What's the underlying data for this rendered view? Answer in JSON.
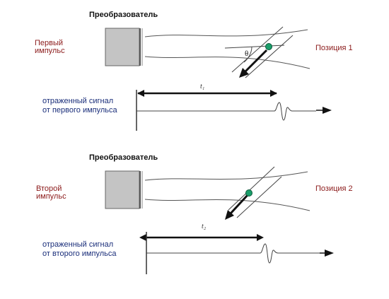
{
  "panels": [
    {
      "transducer_label": "Преобразователь",
      "pulse_label_line1": "Первый",
      "pulse_label_line2": "импульс",
      "position_label": "Позиция 1",
      "angle_label": "θ",
      "signal_label_line1": "отраженный сигнал",
      "signal_label_line2": "от первого импульса",
      "time_label": "t₁"
    },
    {
      "transducer_label": "Преобразователь",
      "pulse_label_line1": "Второй",
      "pulse_label_line2": "импульс",
      "position_label": "Позиция 2",
      "signal_label_line1": "отраженный сигнал",
      "signal_label_line2": "от второго импульса",
      "time_label": "t₂"
    }
  ],
  "colors": {
    "transducer_fill": "#c4c4c4",
    "particle": "#1a9e6a",
    "red_text": "#8b1a1a",
    "blue_text": "#1a2e7a"
  }
}
